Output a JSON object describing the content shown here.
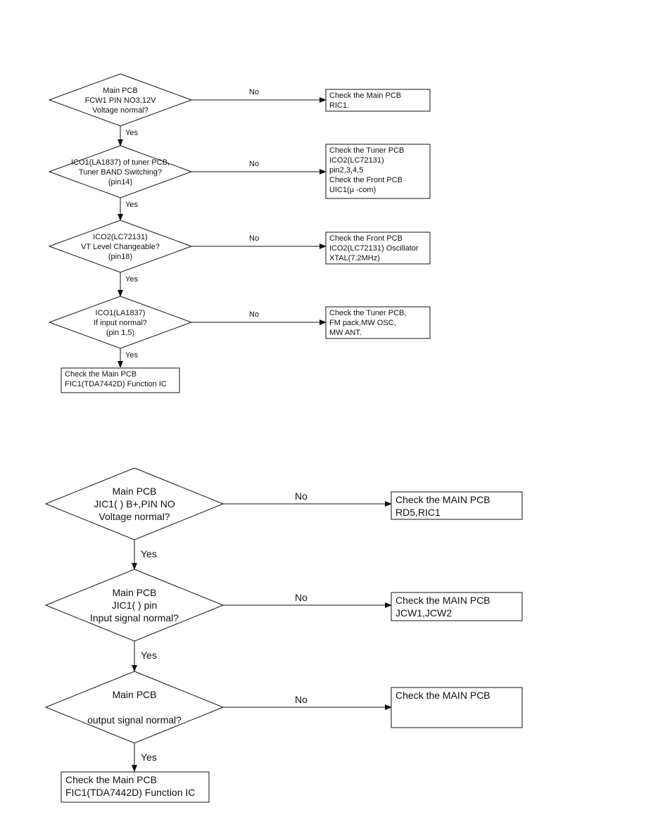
{
  "flowchart_1": {
    "decisions": [
      {
        "lines": [
          "Main PCB",
          "FCW1 PIN NO3,12V",
          "Voltage normal?"
        ]
      },
      {
        "lines": [
          "ICO1(LA1837) of tuner PCB,",
          "Tuner BAND Switching?",
          "(pin14)"
        ]
      },
      {
        "lines": [
          "ICO2(LC72131)",
          "VT Level Changeable?",
          "(pin18)"
        ]
      },
      {
        "lines": [
          "ICO1(LA1837)",
          "If input normal?",
          "(pin 1,5)"
        ]
      }
    ],
    "no_boxes": [
      {
        "lines": [
          "Check the Main PCB",
          "RIC1."
        ]
      },
      {
        "lines": [
          "Check the Tuner PCB",
          "ICO2(LC72131)",
          "pin2,3,4,5",
          "Check the Front PCB",
          "UIC1(μ  -com)"
        ]
      },
      {
        "lines": [
          "Check the Front PCB",
          "ICO2(LC72131) Oscillator",
          "XTAL(7.2MHz)"
        ]
      },
      {
        "lines": [
          "Check the Tuner PCB,",
          "FM pack,MW OSC,",
          "MW ANT."
        ]
      }
    ],
    "final_box": {
      "lines": [
        "Check the Main PCB",
        "FIC1(TDA7442D) Function IC"
      ]
    }
  },
  "flowchart_2": {
    "decisions": [
      {
        "lines": [
          "Main PCB",
          "JIC1(              ) B+,PIN NO",
          "Voltage normal?"
        ]
      },
      {
        "lines": [
          "Main PCB",
          "JIC1(              ) pin",
          "Input signal normal?"
        ]
      },
      {
        "lines": [
          "Main PCB",
          "",
          "output signal normal?"
        ]
      }
    ],
    "no_boxes": [
      {
        "lines": [
          "Check the MAIN PCB",
          "RD5,RIC1"
        ]
      },
      {
        "lines": [
          "Check the MAIN PCB",
          "JCW1,JCW2"
        ]
      },
      {
        "lines": [
          "Check the MAIN PCB"
        ]
      }
    ],
    "final_box": {
      "lines": [
        "Check the Main PCB",
        "FIC1(TDA7442D) Function IC"
      ]
    }
  },
  "labels": {
    "yes": "Yes",
    "no": "No"
  }
}
